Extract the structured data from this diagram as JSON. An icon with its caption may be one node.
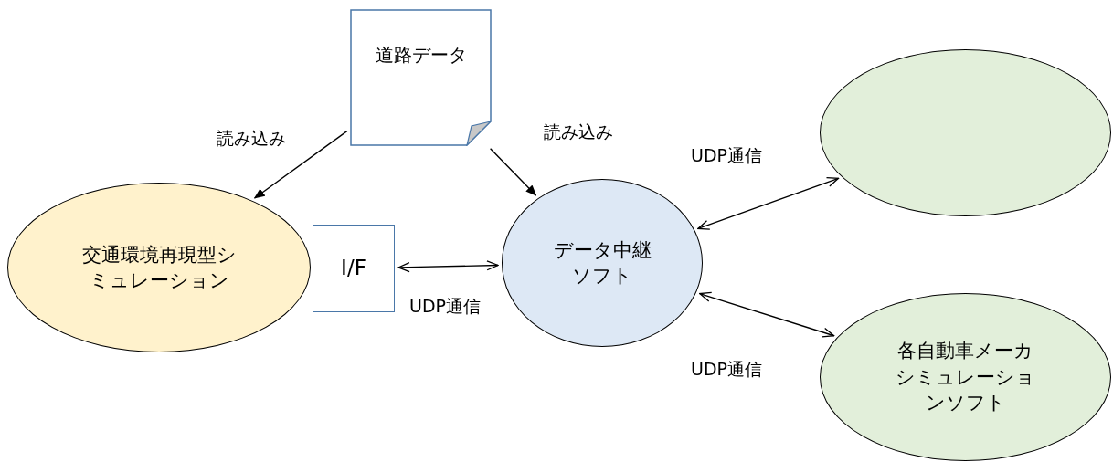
{
  "diagram": {
    "nodes": [
      {
        "text": [
          "道路データ"
        ]
      },
      {
        "text": [
          "交通環境再現型シミュレーション"
        ]
      },
      {
        "text": [
          "I/F"
        ]
      },
      {
        "text": [
          "データ中継ソフト"
        ]
      },
      {
        "text": [],
        "shape": "ellipse"
      },
      {
        "text": [
          "各自動車メーカシミュレーションソフト"
        ]
      }
    ],
    "edges": [
      {
        "from": 0,
        "to": 1,
        "arrow": "to",
        "label": "読み込み"
      },
      {
        "from": 0,
        "to": 3,
        "arrow": "to",
        "label": "読み込み"
      },
      {
        "from": 2,
        "to": 3,
        "arrow": "both",
        "label": "UDP通信"
      },
      {
        "from": 3,
        "to": 4,
        "arrow": "both",
        "label": "UDP通信"
      },
      {
        "from": 3,
        "to": 5,
        "arrow": "both",
        "label": "UDP通信"
      }
    ]
  }
}
